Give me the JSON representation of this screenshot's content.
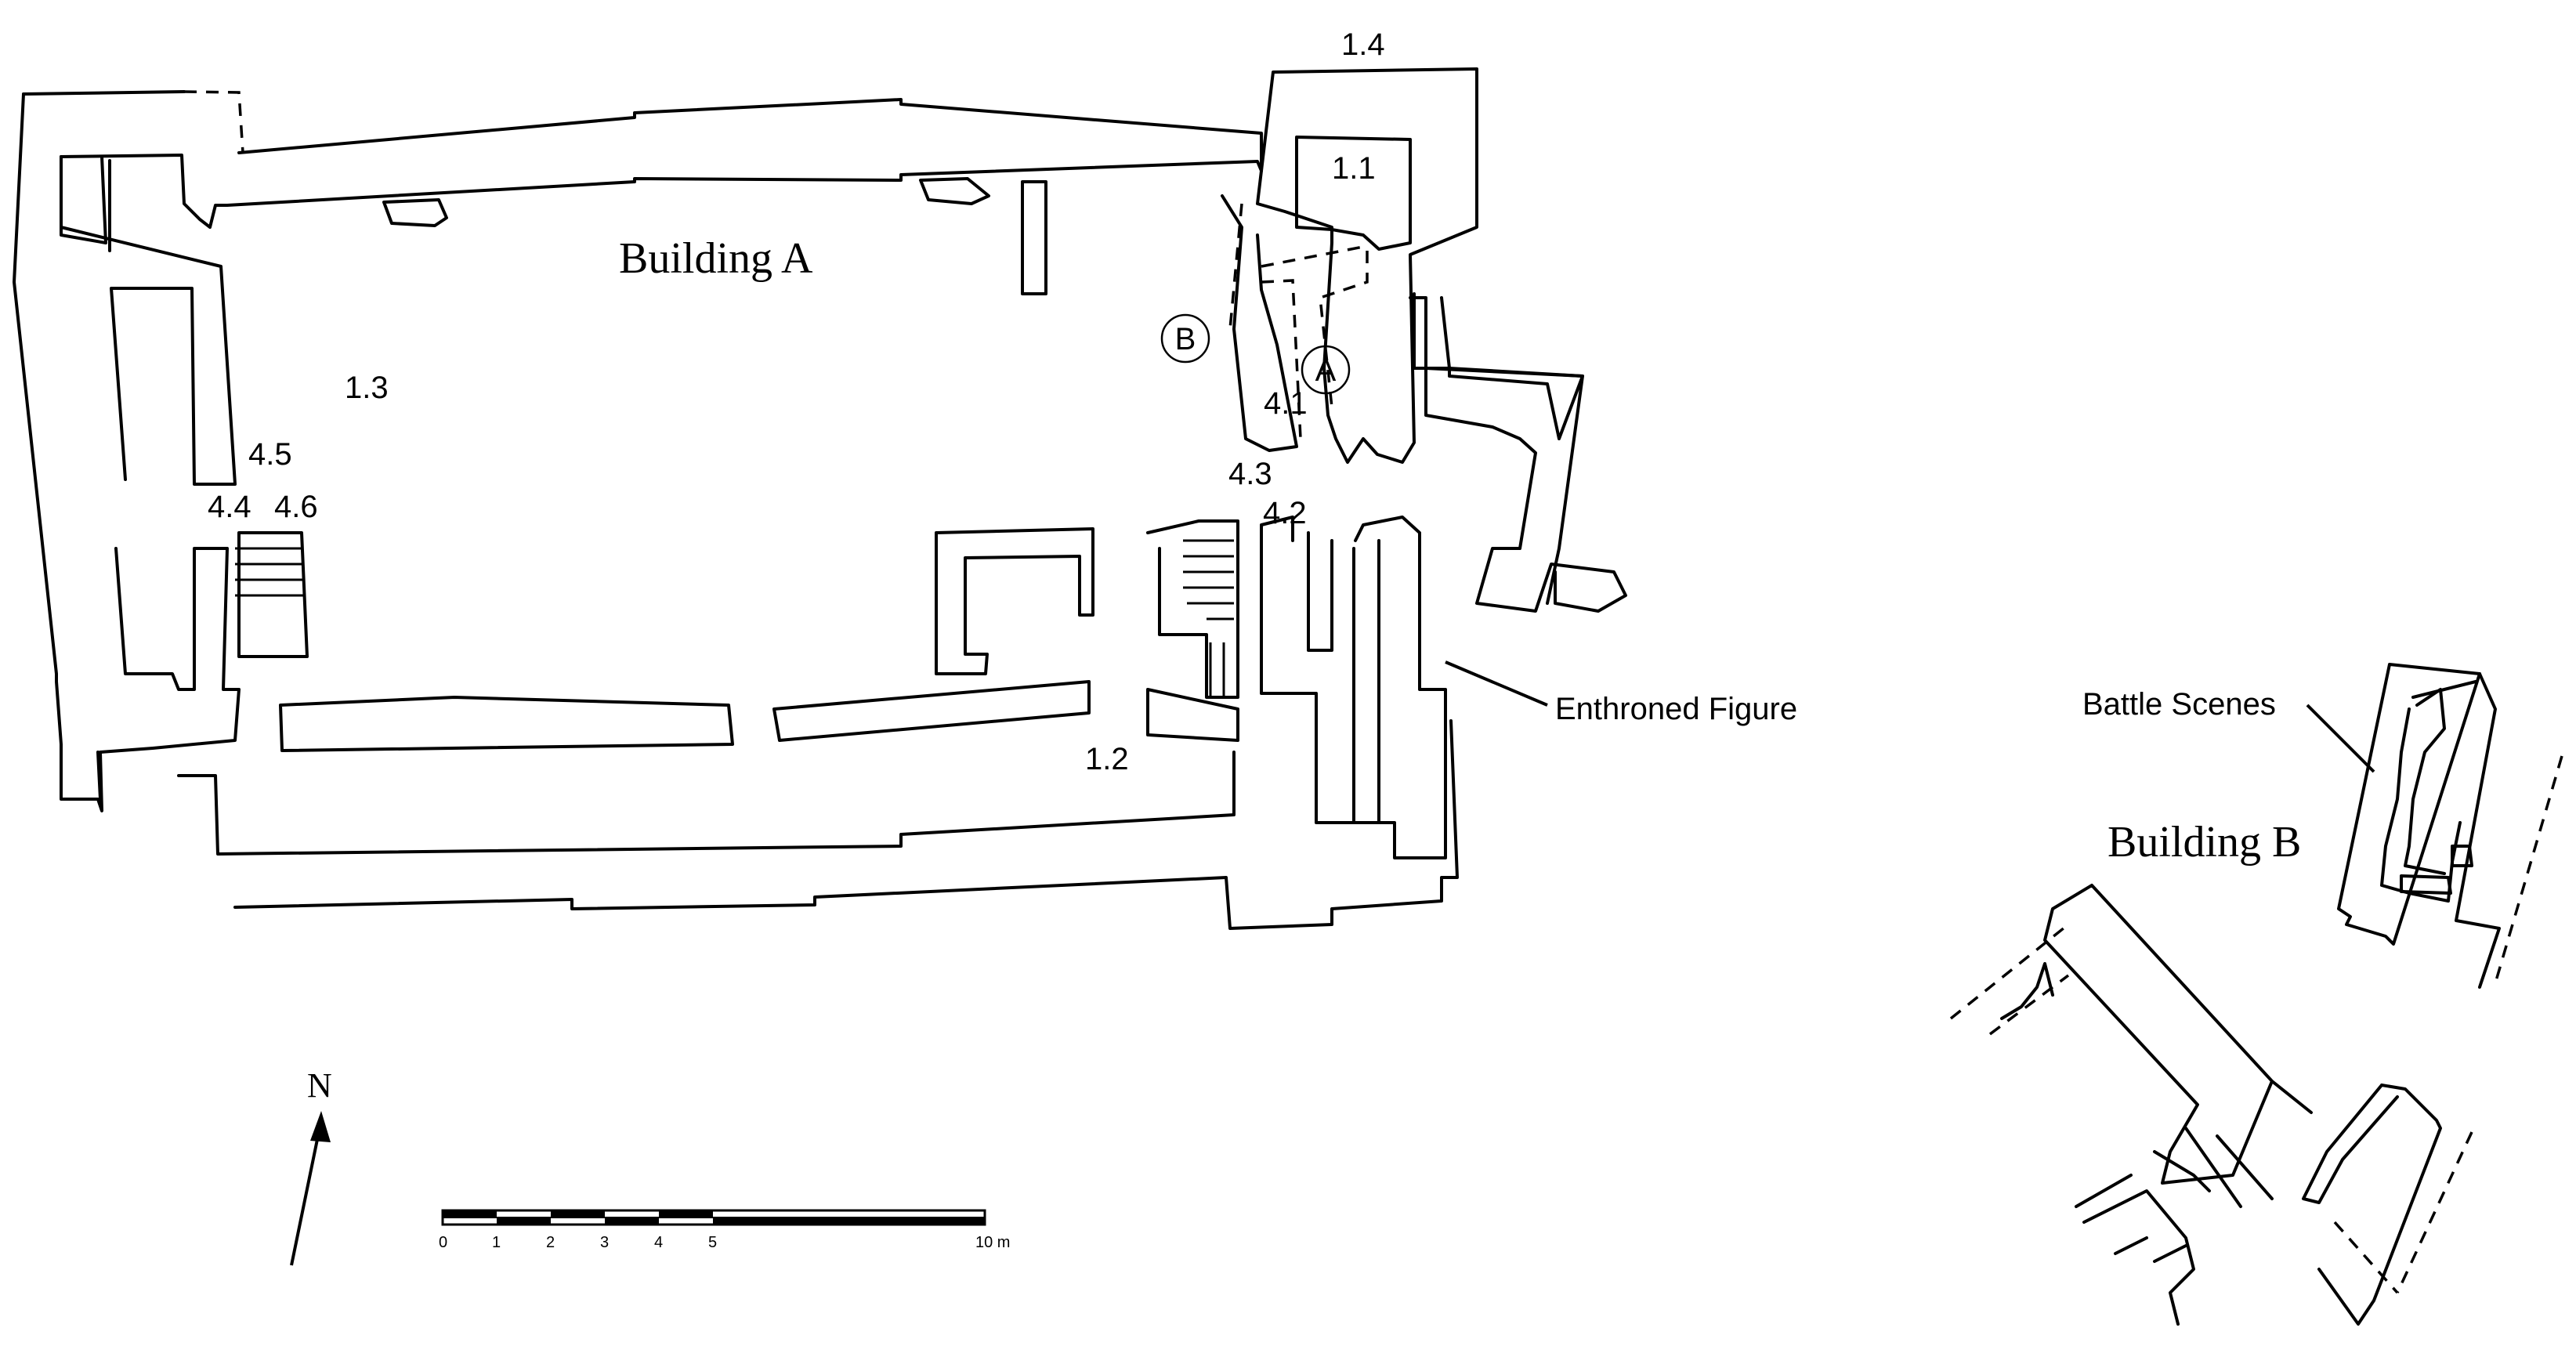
{
  "building_a": {
    "label": "Building A"
  },
  "building_b": {
    "label": "Building B"
  },
  "rooms": [
    {
      "id": "1.1",
      "label": "1.1"
    },
    {
      "id": "1.2",
      "label": "1.2"
    },
    {
      "id": "1.3",
      "label": "1.3"
    },
    {
      "id": "1.4",
      "label": "1.4"
    },
    {
      "id": "4.1",
      "label": "4.1"
    },
    {
      "id": "4.2",
      "label": "4.2"
    },
    {
      "id": "4.3",
      "label": "4.3"
    },
    {
      "id": "4.4",
      "label": "4.4"
    },
    {
      "id": "4.5",
      "label": "4.5"
    },
    {
      "id": "4.6",
      "label": "4.6"
    }
  ],
  "markers": {
    "a": "A",
    "b": "B"
  },
  "annotations": {
    "enthroned": "Enthroned Figure",
    "battle": "Battle Scenes"
  },
  "north": {
    "label": "N"
  },
  "scale": {
    "ticks": [
      "0",
      "1",
      "2",
      "3",
      "4",
      "5",
      "10 m"
    ]
  }
}
